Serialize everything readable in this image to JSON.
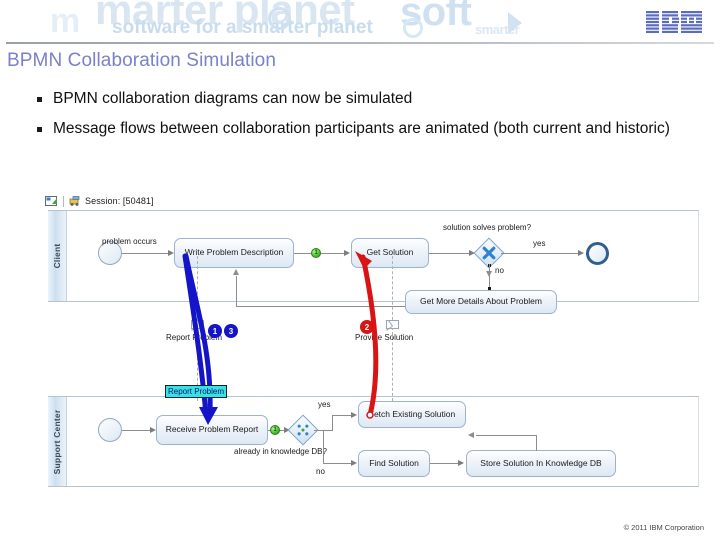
{
  "header": {
    "watermark_line1": "marter planet",
    "watermark_line2": "software for a smarter planet",
    "watermark_line3": "soft",
    "watermark_line4": "m",
    "watermark_line5": "smarter",
    "logo_alt": "IBM"
  },
  "slide": {
    "title": "BPMN Collaboration Simulation",
    "bullets": [
      "BPMN collaboration diagrams can now be simulated",
      "Message flows between collaboration participants are animated (both current and historic)"
    ]
  },
  "diagram": {
    "session_label": "Session: [50481]",
    "pools": [
      {
        "name": "Client"
      },
      {
        "name": "Support Center"
      }
    ],
    "client_lane": {
      "start_event": "",
      "start_flow_label": "problem occurs",
      "tasks": [
        "Write Problem Description",
        "Get Solution",
        "Get More Details About Problem"
      ],
      "gateway_label": "solution solves problem?",
      "gateway_yes": "yes",
      "gateway_no": "no"
    },
    "support_lane": {
      "tasks": [
        "Receive Problem Report",
        "Fetch Existing Solution",
        "Find Solution",
        "Store Solution In Knowledge DB"
      ],
      "gateway_label": "already in knowledge DB?",
      "gateway_yes": "yes",
      "gateway_no": "no"
    },
    "message_flows": [
      {
        "label": "Report Problem",
        "color": "#1414c8",
        "badges": [
          "1",
          "3"
        ]
      },
      {
        "label": "Provide Solution",
        "color": "#d81414",
        "badges": [
          "2"
        ]
      }
    ],
    "highlighted_label": "Report Problem",
    "highlight_color": "#36e2e2"
  },
  "footer": {
    "copyright": "© 2011 IBM Corporation"
  }
}
